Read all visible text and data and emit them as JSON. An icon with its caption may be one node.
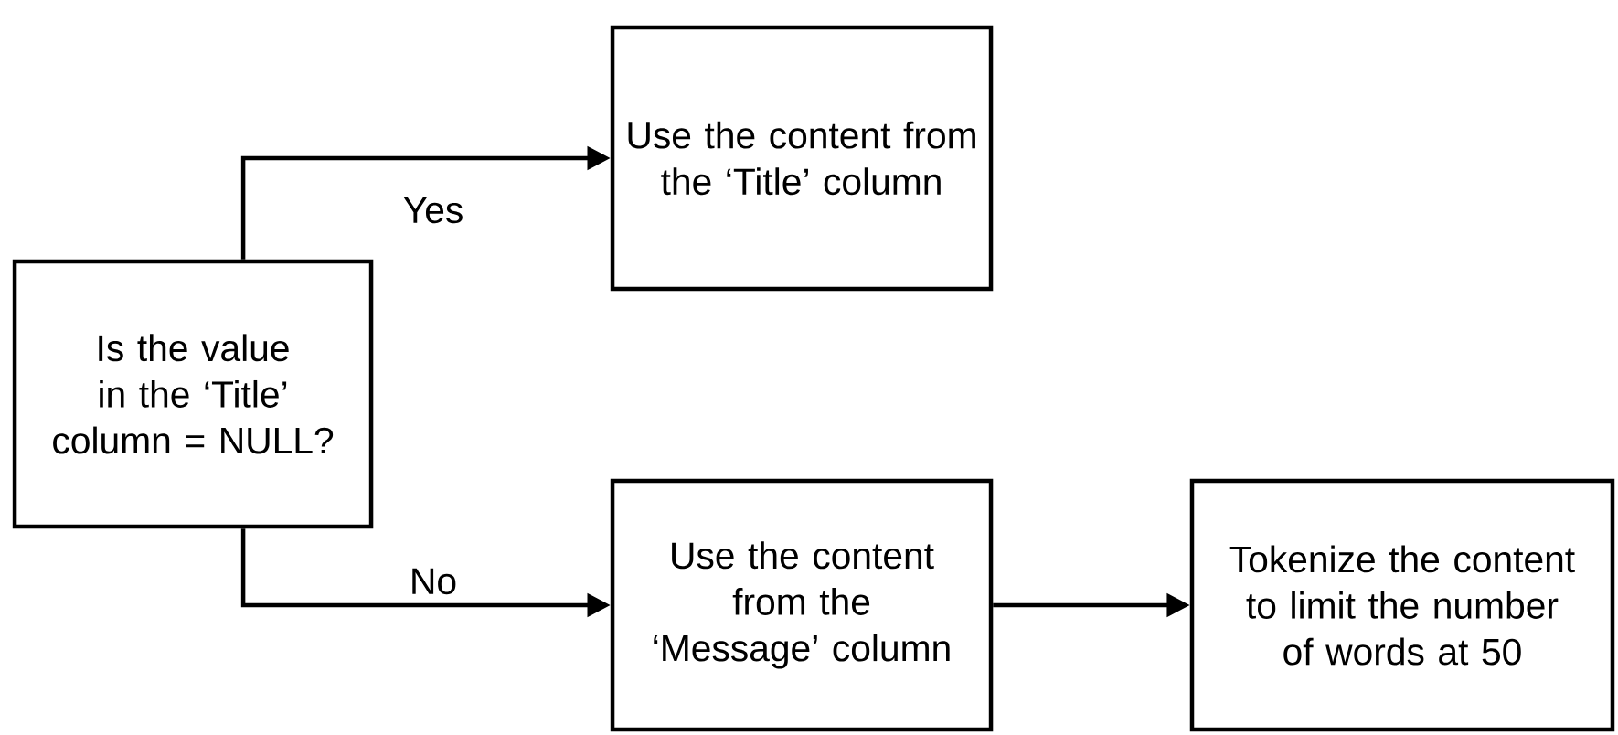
{
  "diagram": {
    "nodes": [
      {
        "text": [
          "Is the value in the ‘Title’ column = NULL?"
        ]
      },
      {
        "text": [
          "Use the content from the ‘Title’ column"
        ]
      },
      {
        "text": [
          "Use the content from the ‘Message’ column"
        ]
      },
      {
        "text": [
          "Tokenize the content to limit the number of words at 50"
        ]
      }
    ],
    "edges": [
      {
        "from": 0,
        "to": 1,
        "arrow": "to",
        "label": "Yes"
      },
      {
        "from": 0,
        "to": 2,
        "arrow": "to",
        "label": "No"
      },
      {
        "from": 2,
        "to": 3,
        "arrow": "to"
      }
    ]
  }
}
